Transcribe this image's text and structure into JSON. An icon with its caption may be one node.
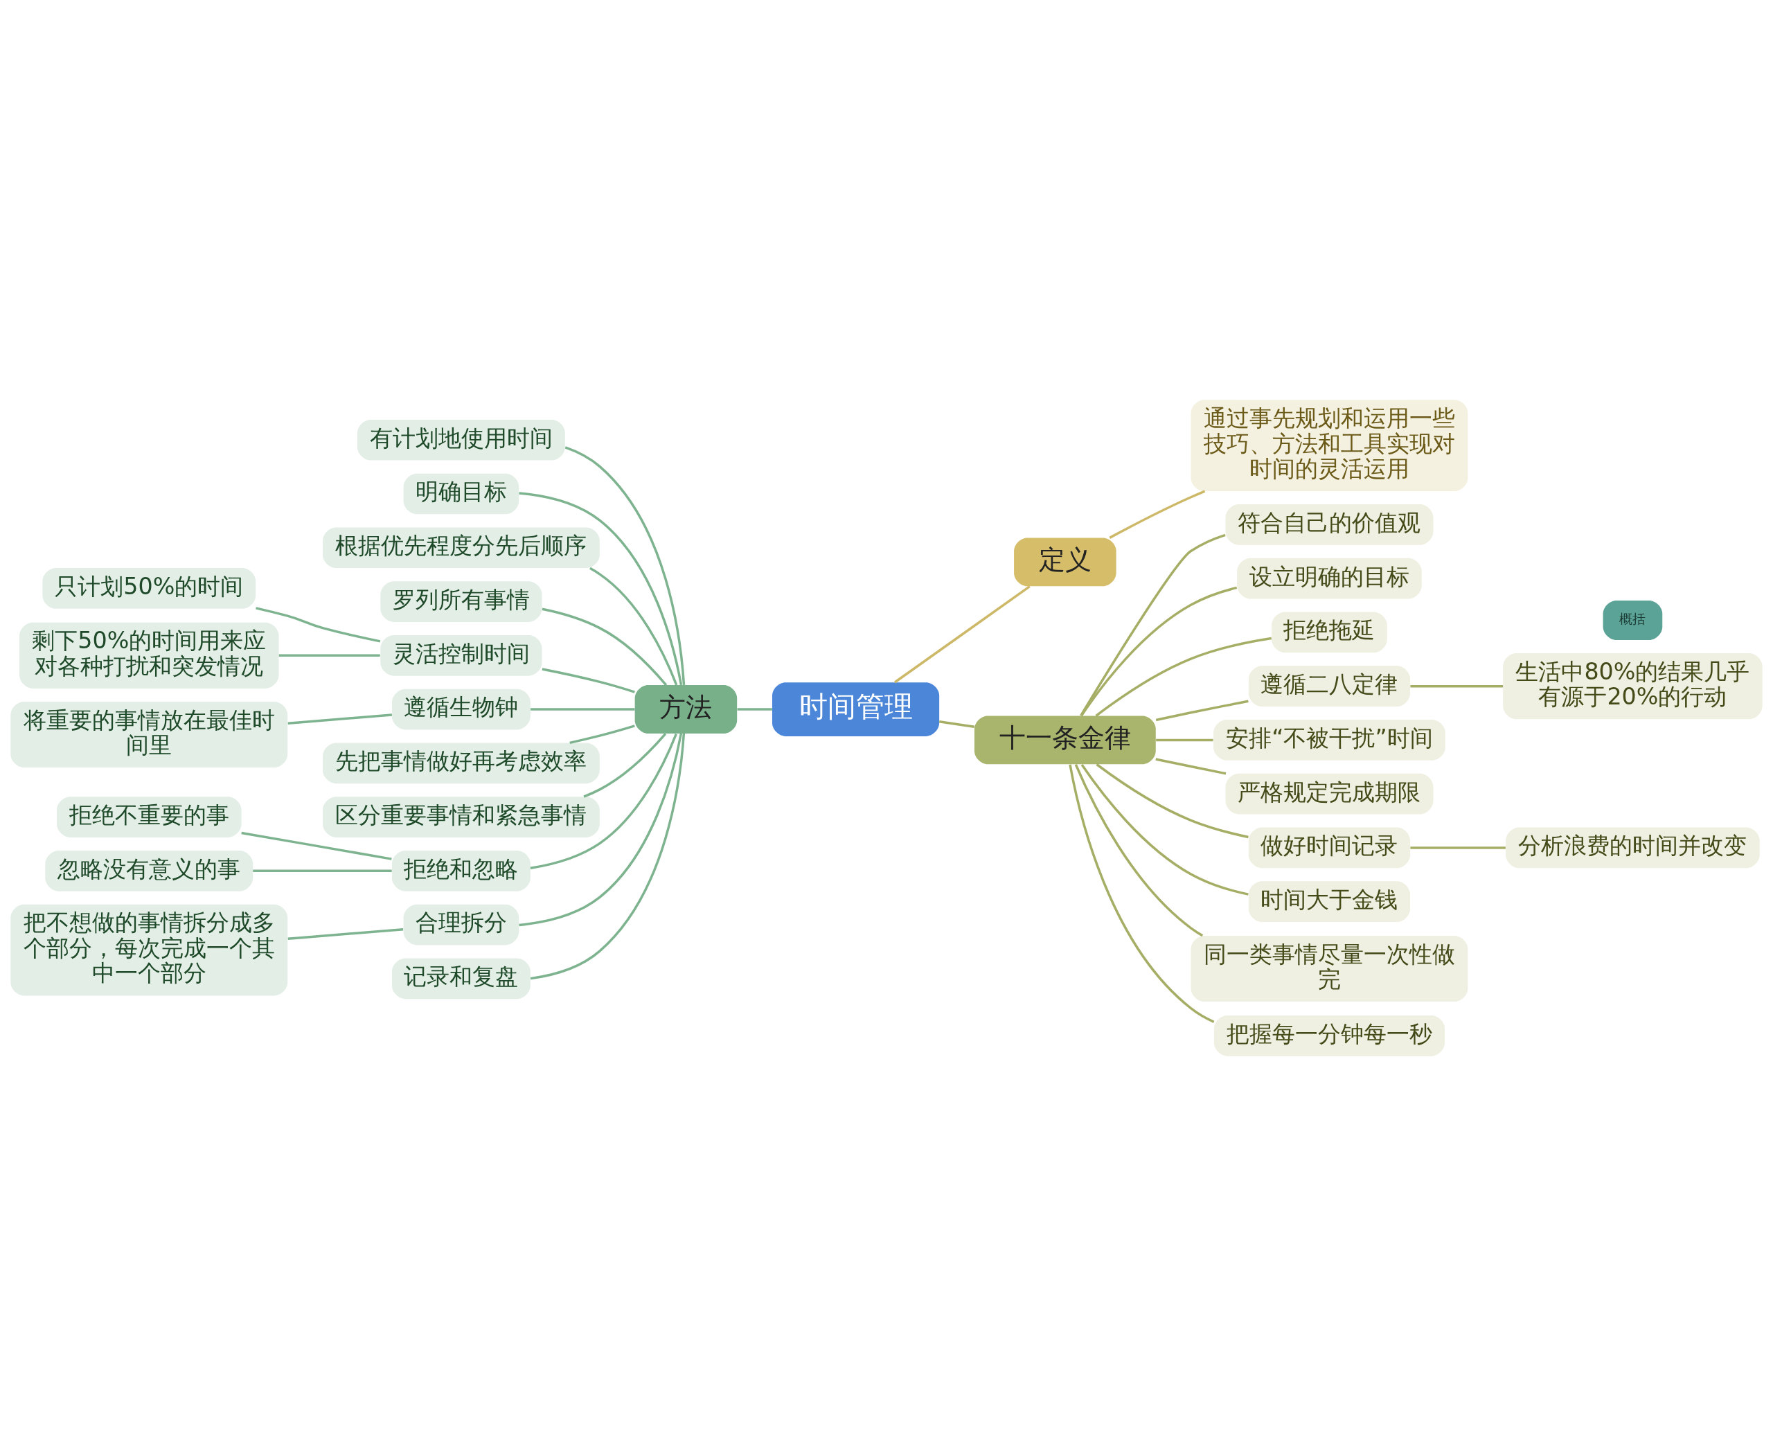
{
  "diagram": {
    "nodes": [
      {
        "text": [
          "时间管理"
        ]
      },
      {
        "text": [
          "方法"
        ]
      },
      {
        "text": [
          "有计划地使用时间"
        ]
      },
      {
        "text": [
          "明确目标"
        ]
      },
      {
        "text": [
          "根据优先程度分先后顺序"
        ]
      },
      {
        "text": [
          "罗列所有事情"
        ]
      },
      {
        "text": [
          "灵活控制时间"
        ]
      },
      {
        "text": [
          "只计划50%的时间"
        ]
      },
      {
        "text": [
          "剩下50%的时间用来应对各种打扰和突发情况"
        ]
      },
      {
        "text": [
          "遵循生物钟"
        ]
      },
      {
        "text": [
          "将重要的事情放在最佳时间里"
        ]
      },
      {
        "text": [
          "先把事情做好再考虑效率"
        ]
      },
      {
        "text": [
          "区分重要事情和紧急事情"
        ]
      },
      {
        "text": [
          "拒绝和忽略"
        ]
      },
      {
        "text": [
          "拒绝不重要的事"
        ]
      },
      {
        "text": [
          "忽略没有意义的事"
        ]
      },
      {
        "text": [
          "合理拆分"
        ]
      },
      {
        "text": [
          "把不想做的事情拆分成多个部分，每次完成一个其中一个部分"
        ]
      },
      {
        "text": [
          "记录和复盘"
        ]
      },
      {
        "text": [
          "定义"
        ]
      },
      {
        "text": [
          "通过事先规划和运用一些技巧、方法和工具实现对时间的灵活运用"
        ]
      },
      {
        "text": [
          "十一条金律"
        ]
      },
      {
        "text": [
          "符合自己的价值观"
        ]
      },
      {
        "text": [
          "设立明确的目标"
        ]
      },
      {
        "text": [
          "拒绝拖延"
        ]
      },
      {
        "text": [
          "遵循二八定律"
        ]
      },
      {
        "text": [
          "生活中80%的结果几乎有源于20%的行动"
        ]
      },
      {
        "text": [
          "安排“不被干扰”时间"
        ]
      },
      {
        "text": [
          "严格规定完成期限"
        ]
      },
      {
        "text": [
          "做好时间记录"
        ]
      },
      {
        "text": [
          "分析浪费的时间并改变"
        ]
      },
      {
        "text": [
          "时间大于金钱"
        ]
      },
      {
        "text": [
          "同一类事情尽量一次性做完"
        ]
      },
      {
        "text": [
          "把握每一分钟每一秒"
        ]
      },
      {
        "text": [
          "概括"
        ]
      }
    ],
    "edges": [
      {
        "from": 0,
        "to": 1,
        "arrow": "none"
      },
      {
        "from": 1,
        "to": 2,
        "arrow": "none"
      },
      {
        "from": 1,
        "to": 3,
        "arrow": "none"
      },
      {
        "from": 1,
        "to": 4,
        "arrow": "none"
      },
      {
        "from": 1,
        "to": 5,
        "arrow": "none"
      },
      {
        "from": 1,
        "to": 6,
        "arrow": "none"
      },
      {
        "from": 1,
        "to": 9,
        "arrow": "none"
      },
      {
        "from": 1,
        "to": 11,
        "arrow": "none"
      },
      {
        "from": 1,
        "to": 12,
        "arrow": "none"
      },
      {
        "from": 1,
        "to": 13,
        "arrow": "none"
      },
      {
        "from": 1,
        "to": 16,
        "arrow": "none"
      },
      {
        "from": 1,
        "to": 18,
        "arrow": "none"
      },
      {
        "from": 6,
        "to": 7,
        "arrow": "none"
      },
      {
        "from": 6,
        "to": 8,
        "arrow": "none"
      },
      {
        "from": 9,
        "to": 10,
        "arrow": "none"
      },
      {
        "from": 13,
        "to": 14,
        "arrow": "none"
      },
      {
        "from": 13,
        "to": 15,
        "arrow": "none"
      },
      {
        "from": 16,
        "to": 17,
        "arrow": "none"
      },
      {
        "from": 0,
        "to": 19,
        "arrow": "none",
        "color": "#cdb868"
      },
      {
        "from": 19,
        "to": 20,
        "arrow": "none",
        "color": "#cdb868"
      },
      {
        "from": 0,
        "to": 21,
        "arrow": "none",
        "color": "#a6ae66"
      },
      {
        "from": 21,
        "to": 22,
        "arrow": "none",
        "color": "#a6ae66"
      },
      {
        "from": 21,
        "to": 23,
        "arrow": "none",
        "color": "#a6ae66"
      },
      {
        "from": 21,
        "to": 24,
        "arrow": "none",
        "color": "#a6ae66"
      },
      {
        "from": 21,
        "to": 25,
        "arrow": "none",
        "color": "#a6ae66"
      },
      {
        "from": 21,
        "to": 27,
        "arrow": "none",
        "color": "#a6ae66"
      },
      {
        "from": 21,
        "to": 28,
        "arrow": "none",
        "color": "#a6ae66"
      },
      {
        "from": 21,
        "to": 29,
        "arrow": "none",
        "color": "#a6ae66"
      },
      {
        "from": 21,
        "to": 31,
        "arrow": "none",
        "color": "#a6ae66"
      },
      {
        "from": 21,
        "to": 32,
        "arrow": "none",
        "color": "#a6ae66"
      },
      {
        "from": 21,
        "to": 33,
        "arrow": "none",
        "color": "#a6ae66"
      },
      {
        "from": 25,
        "to": 26,
        "arrow": "none",
        "color": "#a6ae66"
      },
      {
        "from": 29,
        "to": 30,
        "arrow": "none",
        "color": "#a6ae66"
      }
    ]
  }
}
